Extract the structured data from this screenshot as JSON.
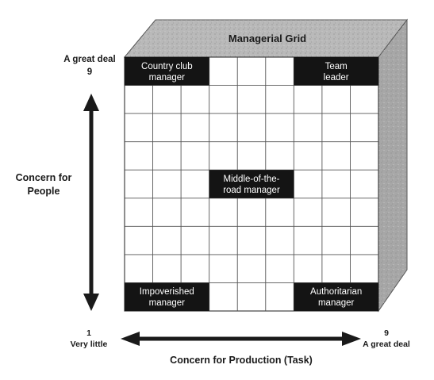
{
  "title": "Managerial Grid",
  "grid_size": 9,
  "y_axis": {
    "label_line1": "Concern for",
    "label_line2": "People",
    "max_line1": "A great deal",
    "max_line2": "9"
  },
  "x_axis": {
    "label": "Concern for Production (Task)",
    "min_line1": "1",
    "min_line2": "Very little",
    "max_line1": "9",
    "max_line2": "A great deal"
  },
  "styles": [
    {
      "id": "country-club",
      "line1": "Country club",
      "line2": "manager",
      "production": [
        1,
        3
      ],
      "people": 9
    },
    {
      "id": "team",
      "line1": "Team",
      "line2": "leader",
      "production": [
        7,
        9
      ],
      "people": 9
    },
    {
      "id": "middle-of-the-road",
      "line1": "Middle-of-the-",
      "line2": "road manager",
      "production": [
        4,
        6
      ],
      "people": 5
    },
    {
      "id": "impoverished",
      "line1": "Impoverished",
      "line2": "manager",
      "production": [
        1,
        3
      ],
      "people": 1
    },
    {
      "id": "authoritarian",
      "line1": "Authoritarian",
      "line2": "manager",
      "production": [
        7,
        9
      ],
      "people": 1
    }
  ],
  "colors": {
    "box_face": "#ffffff",
    "box_top": "#b9b9b9",
    "box_side": "#a7a7a7",
    "grid_line": "#555555",
    "label_fill": "#141414",
    "label_text": "#ffffff",
    "ink": "#1a1a1a"
  }
}
